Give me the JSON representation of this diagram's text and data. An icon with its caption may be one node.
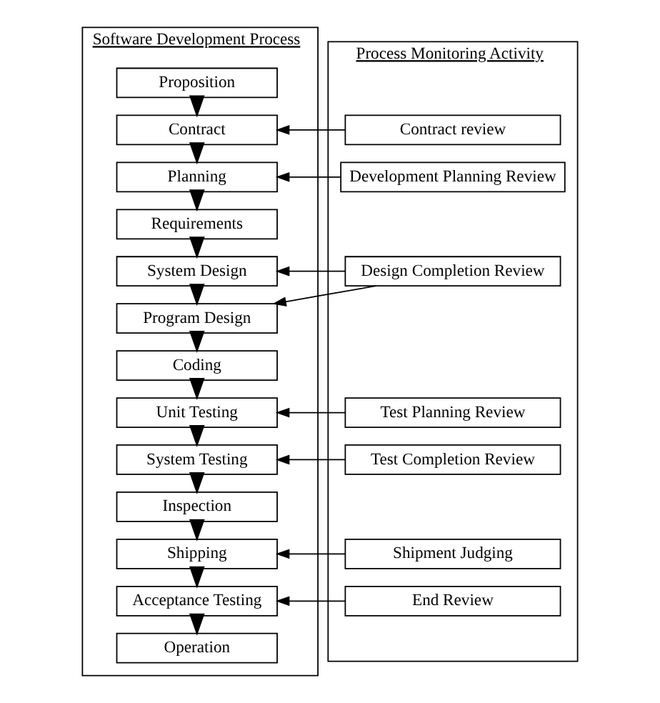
{
  "diagram": {
    "nodes": [
      {
        "text": [
          "Software Development Process"
        ]
      },
      {
        "text": [
          "Proposition"
        ],
        "in": 0
      },
      {
        "text": [
          "Contract"
        ],
        "in": 0
      },
      {
        "text": [
          "Planning"
        ],
        "in": 0
      },
      {
        "text": [
          "Requirements"
        ],
        "in": 0
      },
      {
        "text": [
          "System Design"
        ],
        "in": 0
      },
      {
        "text": [
          "Program Design"
        ],
        "in": 0
      },
      {
        "text": [
          "Coding"
        ],
        "in": 0
      },
      {
        "text": [
          "Unit Testing"
        ],
        "in": 0
      },
      {
        "text": [
          "System Testing"
        ],
        "in": 0
      },
      {
        "text": [
          "Inspection"
        ],
        "in": 0
      },
      {
        "text": [
          "Shipping"
        ],
        "in": 0
      },
      {
        "text": [
          "Acceptance Testing"
        ],
        "in": 0
      },
      {
        "text": [
          "Operation"
        ],
        "in": 0
      },
      {
        "text": [
          "Process Monitoring Activity"
        ]
      },
      {
        "text": [
          "Contract review"
        ],
        "in": 14
      },
      {
        "text": [
          "Development Planning Review"
        ],
        "in": 14
      },
      {
        "text": [
          "Design Completion Review"
        ],
        "in": 14
      },
      {
        "text": [
          "Test Planning Review"
        ],
        "in": 14
      },
      {
        "text": [
          "Test Completion Review"
        ],
        "in": 14
      },
      {
        "text": [
          "Shipment Judging"
        ],
        "in": 14
      },
      {
        "text": [
          "End Review"
        ],
        "in": 14
      }
    ],
    "edges": [
      {
        "from": 1,
        "to": 2,
        "arrow": "to"
      },
      {
        "from": 2,
        "to": 3,
        "arrow": "to"
      },
      {
        "from": 3,
        "to": 4,
        "arrow": "to"
      },
      {
        "from": 4,
        "to": 5,
        "arrow": "to"
      },
      {
        "from": 5,
        "to": 6,
        "arrow": "to"
      },
      {
        "from": 6,
        "to": 7,
        "arrow": "to"
      },
      {
        "from": 7,
        "to": 8,
        "arrow": "to"
      },
      {
        "from": 8,
        "to": 9,
        "arrow": "to"
      },
      {
        "from": 9,
        "to": 10,
        "arrow": "to"
      },
      {
        "from": 10,
        "to": 11,
        "arrow": "to"
      },
      {
        "from": 11,
        "to": 12,
        "arrow": "to"
      },
      {
        "from": 12,
        "to": 13,
        "arrow": "to"
      },
      {
        "from": 15,
        "to": 2,
        "arrow": "to"
      },
      {
        "from": 16,
        "to": 3,
        "arrow": "to"
      },
      {
        "from": 17,
        "to": 5,
        "arrow": "to"
      },
      {
        "from": 17,
        "to": 6,
        "arrow": "to"
      },
      {
        "from": 18,
        "to": 8,
        "arrow": "to"
      },
      {
        "from": 19,
        "to": 9,
        "arrow": "to"
      },
      {
        "from": 20,
        "to": 11,
        "arrow": "to"
      },
      {
        "from": 21,
        "to": 12,
        "arrow": "to"
      }
    ]
  }
}
